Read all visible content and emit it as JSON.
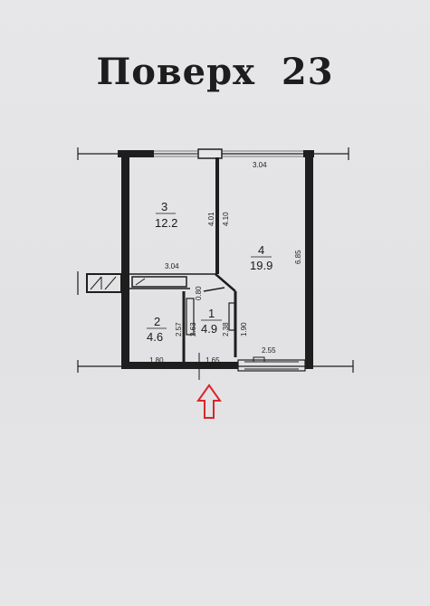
{
  "title": "Поверх 23",
  "colors": {
    "background": "#e4e4e6",
    "walls": "#1e1e1e",
    "entrance_arrow": "#d8262b"
  },
  "rooms": [
    {
      "number": "3",
      "area": "12.2"
    },
    {
      "number": "4",
      "area": "19.9"
    },
    {
      "number": "1",
      "area": "4.9"
    },
    {
      "number": "2",
      "area": "4.6"
    }
  ],
  "dimensions": {
    "top_right": "3.04",
    "middle_left": "3.04",
    "bottom_left": "1.80",
    "bottom_mid": "1.65",
    "bottom_right": "2.55",
    "wall_401": "4.01",
    "wall_410": "4.10",
    "right_685": "6.85",
    "v_080": "0.80",
    "v_257": "2.57",
    "v_263": "2.63",
    "v_238": "2.38",
    "v_190": "1.90"
  },
  "entrance_icon": "entrance-arrow-icon"
}
